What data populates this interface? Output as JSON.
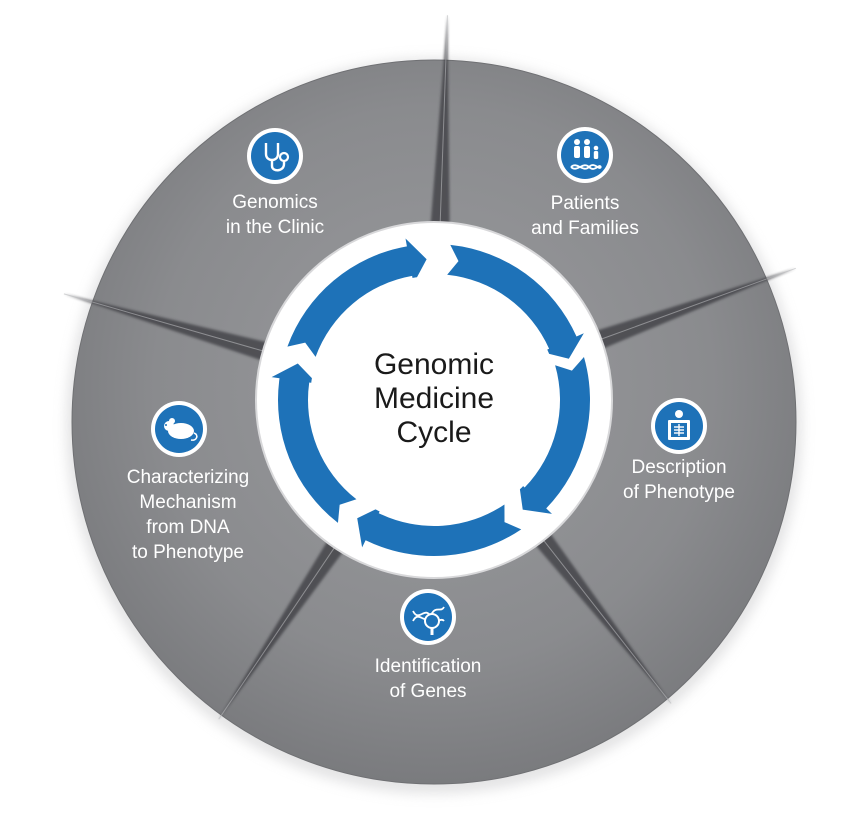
{
  "title_lines": [
    "Genomic",
    "Medicine",
    "Cycle"
  ],
  "stages": [
    {
      "label_lines": [
        "Patients",
        "and Families"
      ],
      "icon": "family-dna-icon"
    },
    {
      "label_lines": [
        "Description",
        "of Phenotype"
      ],
      "icon": "xray-patient-icon"
    },
    {
      "label_lines": [
        "Identification",
        "of Genes"
      ],
      "icon": "dna-search-icon"
    },
    {
      "label_lines": [
        "Characterizing",
        "Mechanism",
        "from DNA",
        "to Phenotype"
      ],
      "icon": "mouse-icon"
    },
    {
      "label_lines": [
        "Genomics",
        "in the Clinic"
      ],
      "icon": "stethoscope-icon"
    }
  ],
  "colors": {
    "outer_disc": "#8a8b8e",
    "ring_blue": "#1e72b8",
    "icon_circle": "#1e72b8",
    "text_light": "#ffffff",
    "text_dark": "#1a1a1a"
  }
}
